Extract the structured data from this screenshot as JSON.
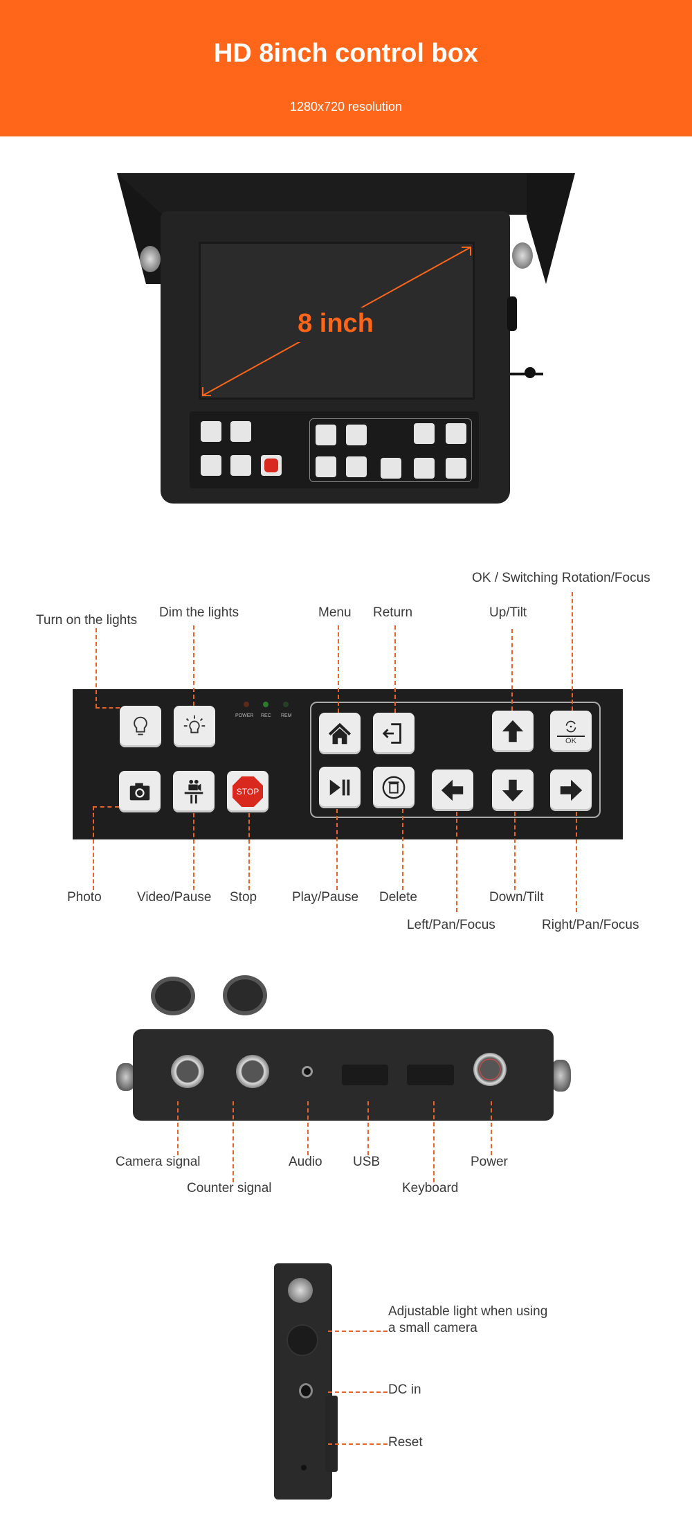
{
  "header": {
    "title": "HD 8inch control box",
    "subtitle": "1280x720 resolution"
  },
  "device_front": {
    "screen_label": "8 inch"
  },
  "keypad": {
    "leds": [
      "POWER",
      "REC",
      "REM"
    ],
    "stop_key_text": "STOP",
    "ok_key_text": "OK",
    "labels": {
      "turn_on_lights": "Turn on the lights",
      "dim_lights": "Dim the lights",
      "menu": "Menu",
      "return": "Return",
      "up_tilt": "Up/Tilt",
      "ok_switch": "OK / Switching Rotation/Focus",
      "photo": "Photo",
      "video_pause": "Video/Pause",
      "stop": "Stop",
      "play_pause": "Play/Pause",
      "delete": "Delete",
      "left": "Left/Pan/Focus",
      "down_tilt": "Down/Tilt",
      "right": "Right/Pan/Focus"
    }
  },
  "ports": {
    "camera_signal": "Camera signal",
    "counter_signal": "Counter signal",
    "audio": "Audio",
    "usb": "USB",
    "keyboard": "Keyboard",
    "power": "Power"
  },
  "side": {
    "light_line1": "Adjustable light when using",
    "light_line2": "a small camera",
    "dc_in": "DC in",
    "reset": "Reset"
  },
  "colors": {
    "accent": "#FF661A",
    "lead_line": "#E8632A",
    "device": "#1e1e1e"
  }
}
